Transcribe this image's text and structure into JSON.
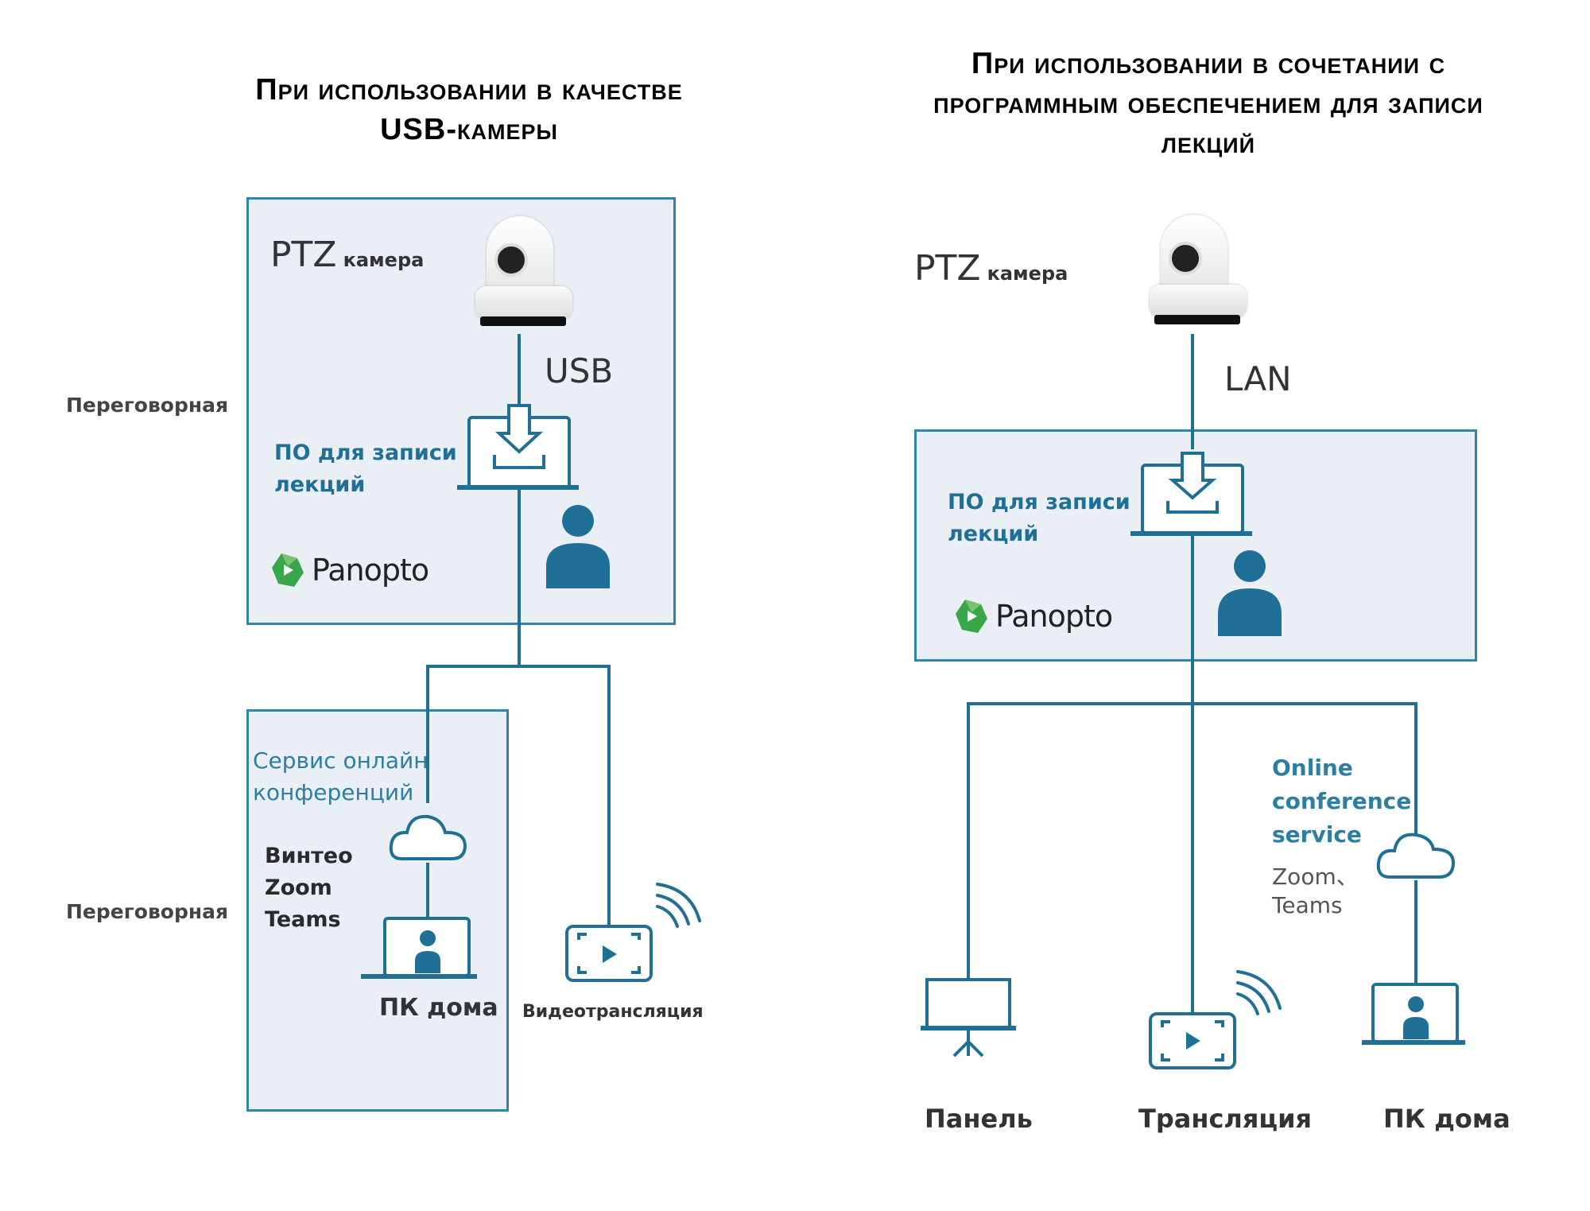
{
  "left_panel": {
    "title_line1": "При использовании в качестве",
    "title_line2": "USB-камеры",
    "camera_label_big": "PTZ",
    "camera_label_small": "камера",
    "connection_label": "USB",
    "software_label_line1": "ПО для записи",
    "software_label_line2": "лекций",
    "brand": "Panopto",
    "room_label_top": "Переговорная",
    "room_label_bottom": "Переговорная",
    "service_label_line1": "Сервис онлайн",
    "service_label_line2": "конференций",
    "services": [
      "Винтео",
      "Zoom",
      "Teams"
    ],
    "home_pc_label": "ПК дома",
    "stream_label": "Видеотрансляция"
  },
  "right_panel": {
    "title_line1": "При использовании в сочетании с",
    "title_line2": "программным обеспечением для записи",
    "title_line3": "лекций",
    "camera_label_big": "PTZ",
    "camera_label_small": "камера",
    "connection_label": "LAN",
    "software_label_line1": "ПО для записи",
    "software_label_line2": "лекций",
    "brand": "Panopto",
    "service_label_line1": "Online",
    "service_label_line2": "conference",
    "service_label_line3": "service",
    "services_line1": "Zoom、",
    "services_line2": "Teams",
    "outputs": [
      "Панель",
      "Трансляция",
      "ПК дома"
    ]
  },
  "colors": {
    "line": "#1f6f96",
    "box_fill": "#e9eff5",
    "box_border": "#2e86a8",
    "brand_green": "#3aa64a"
  }
}
